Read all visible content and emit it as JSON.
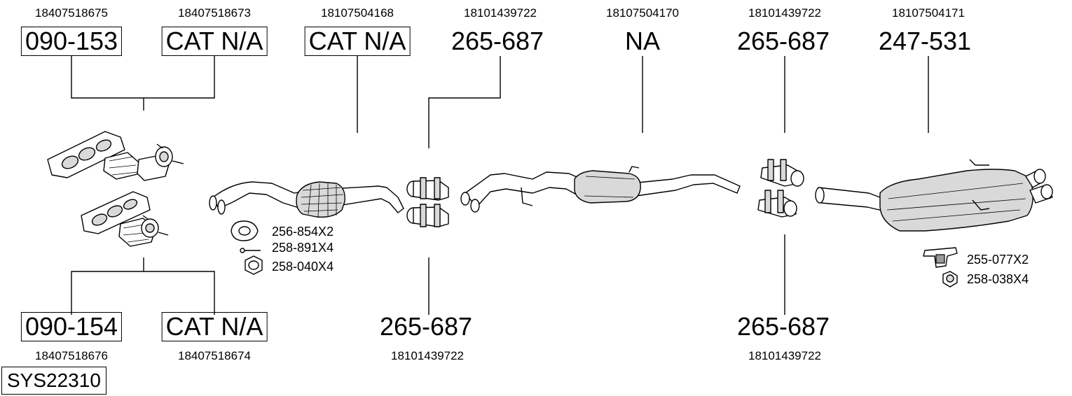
{
  "system_code": "SYS22310",
  "top_oem": [
    "18407518675",
    "18407518673",
    "18107504168",
    "18101439722",
    "18107504170",
    "18101439722",
    "18107504171"
  ],
  "top_parts": [
    "090-153",
    "CAT N/A",
    "CAT N/A",
    "265-687",
    "NA",
    "265-687",
    "247-531"
  ],
  "bottom_parts": [
    "090-154",
    "CAT N/A",
    "265-687",
    "265-687"
  ],
  "bottom_oem": [
    "18407518676",
    "18407518674",
    "18101439722",
    "18101439722"
  ],
  "hardware": [
    "256-854X2",
    "258-891X4",
    "258-040X4",
    "255-077X2",
    "258-038X4"
  ],
  "icons": [
    "manifold-icon",
    "catalytic-converter-icon",
    "pipe-clamp-icon",
    "muffler-icon",
    "gasket-icon",
    "bolt-icon",
    "nut-icon",
    "rubber-hanger-icon",
    "flange-nut-icon"
  ]
}
